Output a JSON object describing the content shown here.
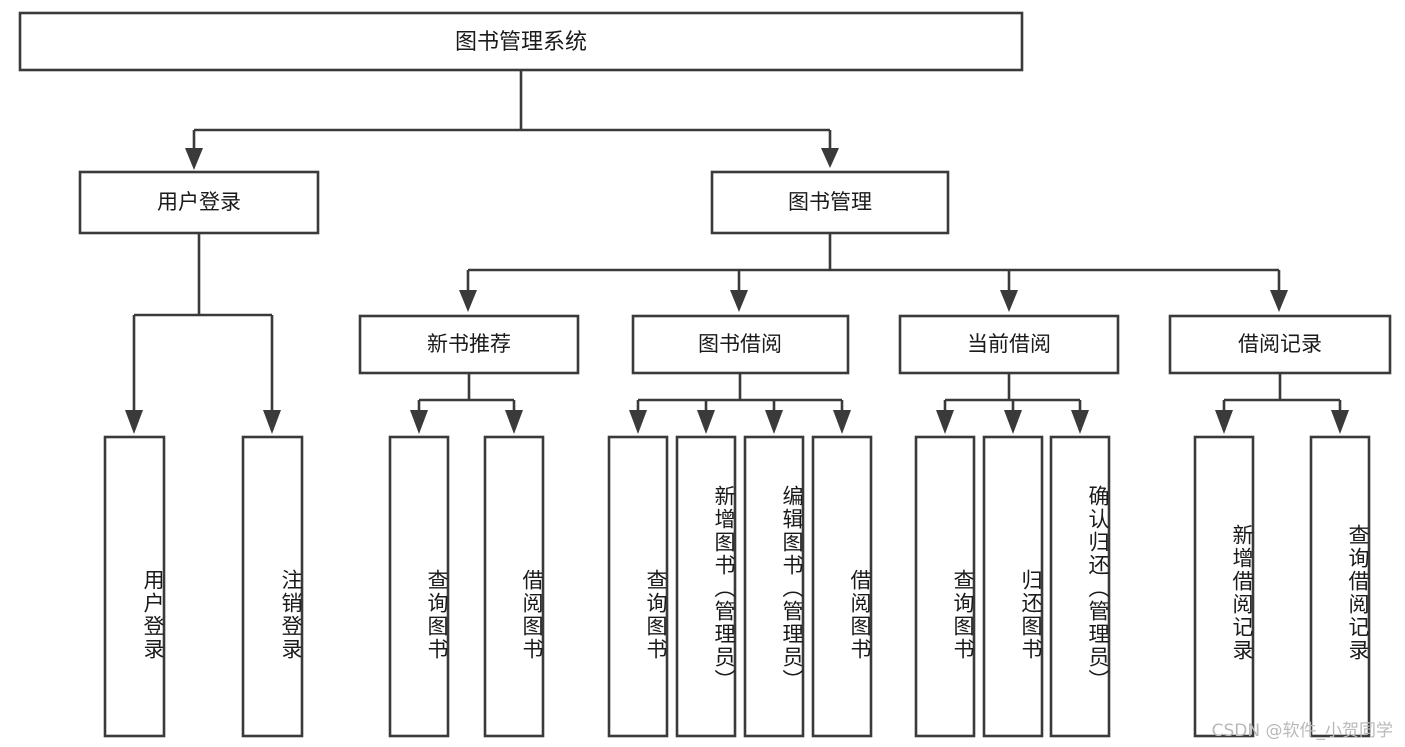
{
  "diagram": {
    "title": "图书管理系统",
    "type": "hierarchy-tree",
    "watermark": "CSDN @软件_小贺同学",
    "colors": {
      "stroke": "#3a3a3a",
      "box_fill": "#ffffff",
      "text": "#1a1a1a",
      "background": "#ffffff",
      "watermark": "#b9b9b9"
    },
    "root": {
      "label": "图书管理系统"
    },
    "level2": [
      {
        "label": "用户登录"
      },
      {
        "label": "图书管理"
      }
    ],
    "level3": [
      {
        "label": "新书推荐"
      },
      {
        "label": "图书借阅"
      },
      {
        "label": "当前借阅"
      },
      {
        "label": "借阅记录"
      }
    ],
    "leaves": {
      "user_login": [
        {
          "label": "用户登录"
        },
        {
          "label": "注销登录"
        }
      ],
      "new_book_recommend": [
        {
          "label": "查询图书"
        },
        {
          "label": "借阅图书"
        }
      ],
      "book_borrow": [
        {
          "label": "查询图书"
        },
        {
          "label": "新增图书（管理员）"
        },
        {
          "label": "编辑图书（管理员）"
        },
        {
          "label": "借阅图书"
        }
      ],
      "current_borrow": [
        {
          "label": "查询图书"
        },
        {
          "label": "归还图书"
        },
        {
          "label": "确认归还（管理员）"
        }
      ],
      "borrow_record": [
        {
          "label": "新增借阅记录"
        },
        {
          "label": "查询借阅记录"
        }
      ]
    }
  }
}
